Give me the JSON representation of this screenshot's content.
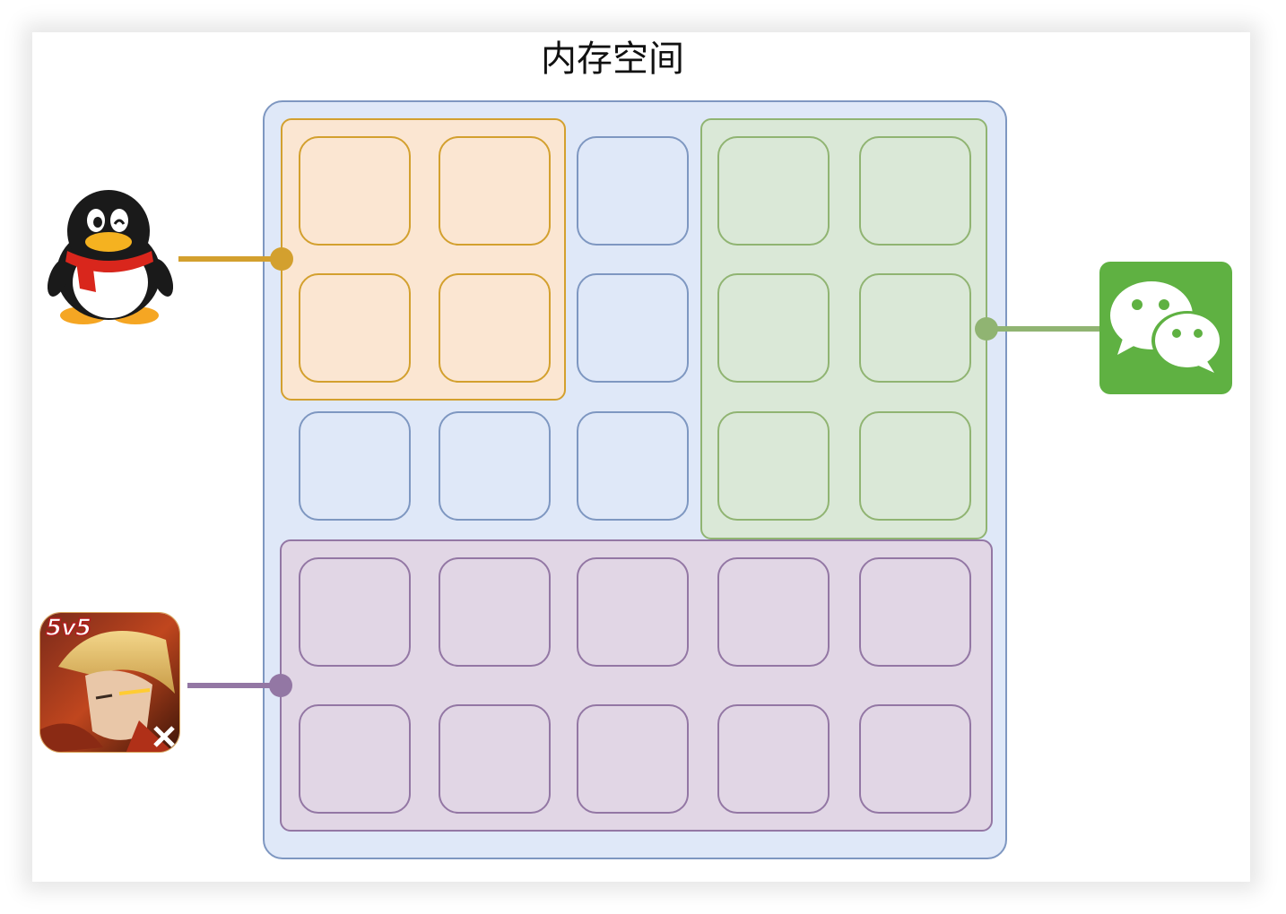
{
  "diagram": {
    "title": "内存空间",
    "colors": {
      "memory_fill": "#dfe8f8",
      "memory_border": "#7e97c1",
      "qq_group_fill": "#fbe6d2",
      "qq_group_border": "#d3a02e",
      "wechat_group_fill": "#dae8d7",
      "wechat_group_border": "#90b472",
      "game_group_fill": "#e1d6e5",
      "game_group_border": "#9377a4",
      "wechat_brand": "#5fb142"
    },
    "apps": [
      {
        "icon": "qq-penguin-icon",
        "group": "orange",
        "blocks": 4
      },
      {
        "icon": "wechat-icon",
        "group": "green",
        "blocks": 6
      },
      {
        "icon": "game-5v5-icon",
        "group": "purple",
        "blocks": 10
      }
    ],
    "game_badge": "5v5",
    "free_blocks": 5
  }
}
